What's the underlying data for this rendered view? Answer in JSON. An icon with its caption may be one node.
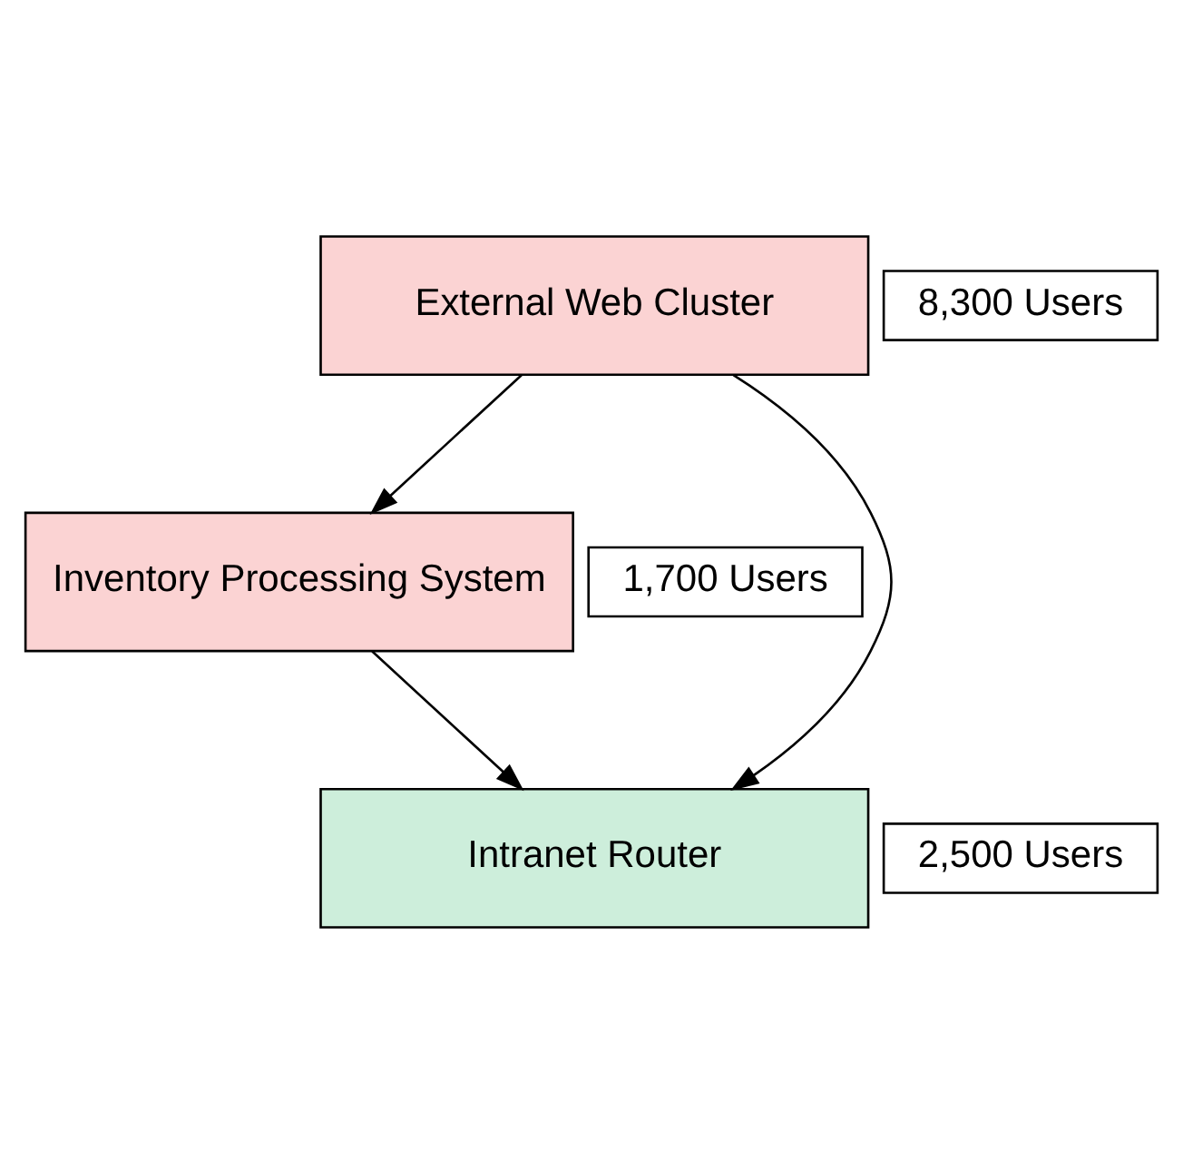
{
  "diagram": {
    "nodes": [
      {
        "text": [
          "8,300 Users"
        ]
      },
      {
        "text": [
          "External Web Cluster"
        ]
      },
      {
        "text": [
          "1,700 Users"
        ]
      },
      {
        "text": [
          "Inventory Processing System"
        ]
      },
      {
        "text": [
          "2,500 Users"
        ]
      },
      {
        "text": [
          "Intranet Router"
        ]
      }
    ],
    "edges": [
      {
        "from": 1,
        "to": 3,
        "arrow": "to"
      },
      {
        "from": 1,
        "to": 5,
        "arrow": "to"
      },
      {
        "from": 3,
        "to": 5,
        "arrow": "to"
      }
    ]
  }
}
